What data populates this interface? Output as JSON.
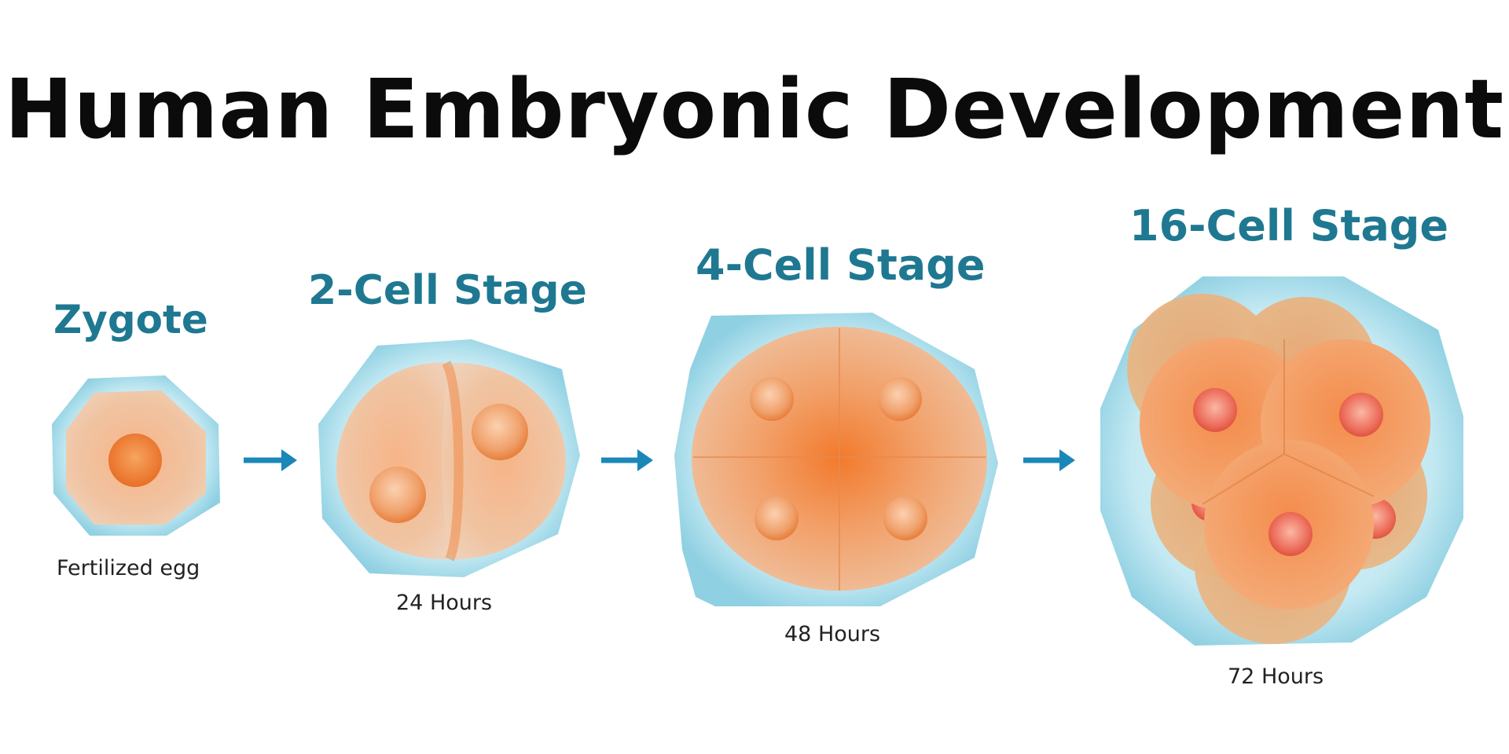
{
  "title": "Human Embryonic Development",
  "stages": [
    {
      "name": "Zygote",
      "caption": "Fertilized egg"
    },
    {
      "name": "2-Cell Stage",
      "caption": "24 Hours"
    },
    {
      "name": "4-Cell Stage",
      "caption": "48 Hours"
    },
    {
      "name": "16-Cell Stage",
      "caption": "72 Hours"
    }
  ],
  "colors": {
    "title": "#0b0b0b",
    "stage_label": "#1f7891",
    "membrane": "#a6dbe8",
    "cell": "#f2a26c",
    "nucleus": "#ee7c3a",
    "arrow": "#1b87b8"
  }
}
